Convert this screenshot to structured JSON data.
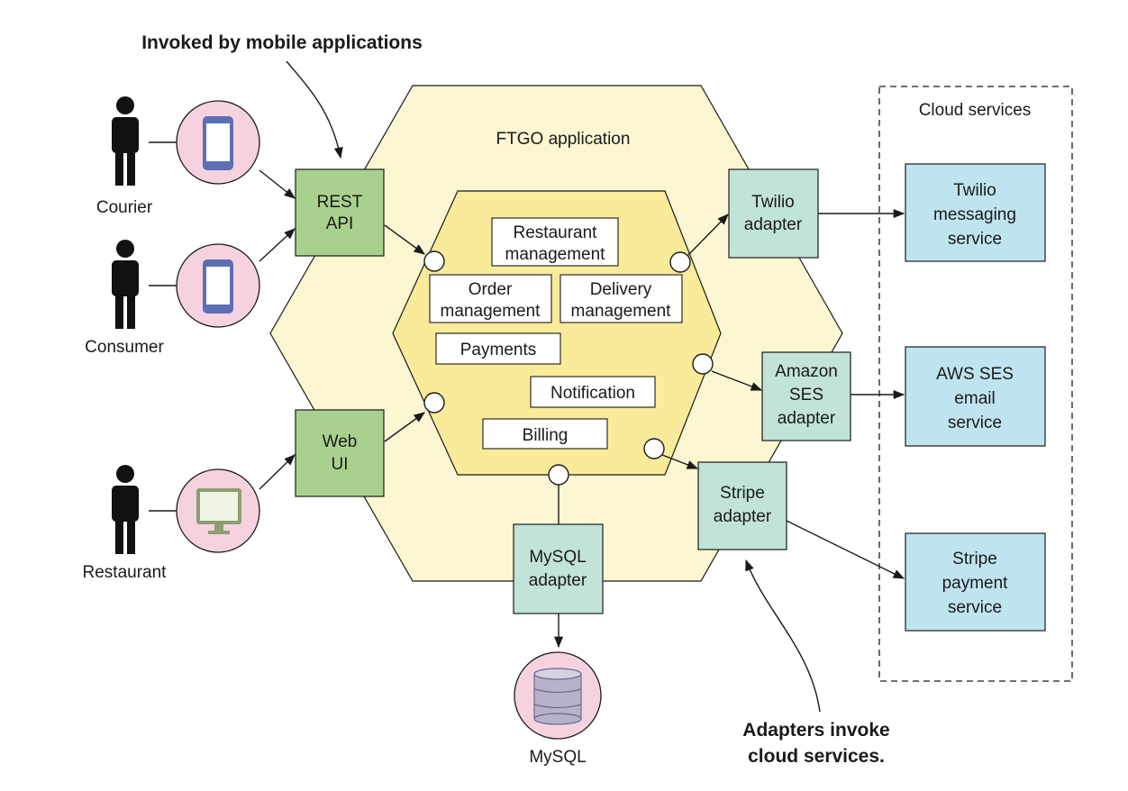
{
  "callouts": {
    "top": "Invoked by mobile applications",
    "bottom_line1": "Adapters invoke",
    "bottom_line2": "cloud services."
  },
  "app_title": "FTGO application",
  "cloud": {
    "title": "Cloud services"
  },
  "actors": {
    "courier": "Courier",
    "consumer": "Consumer",
    "restaurant": "Restaurant"
  },
  "inbound_adapters": {
    "rest_api": [
      "REST",
      "API"
    ],
    "web_ui": [
      "Web",
      "UI"
    ]
  },
  "domain_modules": {
    "restaurant_management": [
      "Restaurant",
      "management"
    ],
    "order_management": [
      "Order",
      "management"
    ],
    "delivery_management": [
      "Delivery",
      "management"
    ],
    "payments": "Payments",
    "notification": "Notification",
    "billing": "Billing"
  },
  "outbound_adapters": {
    "twilio": [
      "Twilio",
      "adapter"
    ],
    "amazon_ses": [
      "Amazon",
      "SES",
      "adapter"
    ],
    "stripe": [
      "Stripe",
      "adapter"
    ],
    "mysql": [
      "MySQL",
      "adapter"
    ]
  },
  "cloud_services": {
    "twilio": [
      "Twilio",
      "messaging",
      "service"
    ],
    "aws_ses": [
      "AWS SES",
      "email",
      "service"
    ],
    "stripe": [
      "Stripe",
      "payment",
      "service"
    ]
  },
  "database": "MySQL",
  "colors": {
    "outer_hex": "#fcf6d2",
    "inner_hex": "#faeb9a",
    "inbound_adapter": "#a9d18e",
    "outbound_adapter": "#c2e3d8",
    "cloud_service": "#bfe4f0",
    "device_circle": "#f6d2e0",
    "phone": "#5b6fb5"
  }
}
